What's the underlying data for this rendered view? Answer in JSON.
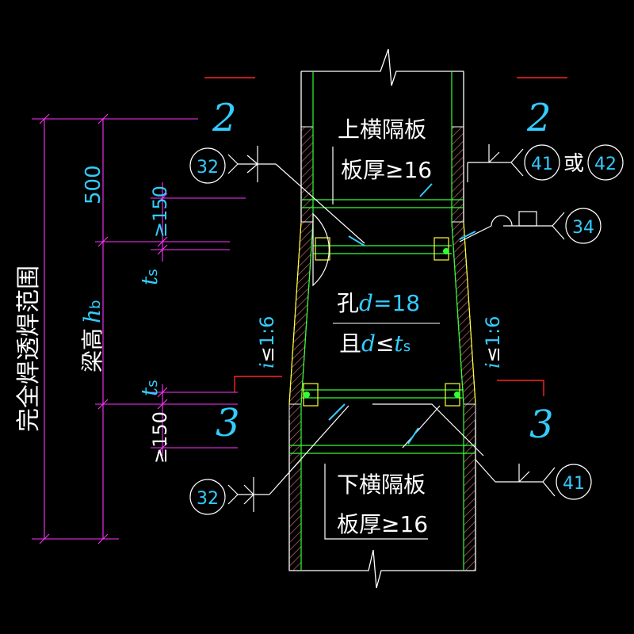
{
  "colors": {
    "background": "#000000",
    "white": "#ffffff",
    "yellow": "#ffff33",
    "green": "#33ff33",
    "cyan": "#33ccff",
    "magenta": "#ff33ff",
    "red": "#ff2222",
    "hatch": "#cc6666"
  },
  "sections": {
    "top_left": "2",
    "top_right": "2",
    "bottom_left": "3",
    "bottom_right": "3"
  },
  "upper_plate": {
    "line1": "上横隔板",
    "line2": "板厚≥16"
  },
  "lower_plate": {
    "line1": "下横隔板",
    "line2": "板厚≥16"
  },
  "hole": {
    "line1_prefix": "孔",
    "line1_var": "d",
    "line1_eq": "=18",
    "line2_prefix": "且",
    "line2_var": "d",
    "line2_le": "≤",
    "line2_var2": "t",
    "line2_sub": "s"
  },
  "slope": {
    "var": "i",
    "le": "≤",
    "ratio": "1:6"
  },
  "welds": {
    "w32_top": "32",
    "w32_bottom": "32",
    "w41_top": "41",
    "or_text": "或",
    "w42": "42",
    "w34": "34",
    "w41_bottom": "41"
  },
  "dims": {
    "d500": "500",
    "ge150_top": "≥150",
    "ts_var": "t",
    "ts_sub": "s",
    "ge150_bottom": "≥150",
    "beam_height": "梁高",
    "hb_var": "h",
    "hb_sub": "b",
    "weld_range": "完全焊透焊范围"
  }
}
